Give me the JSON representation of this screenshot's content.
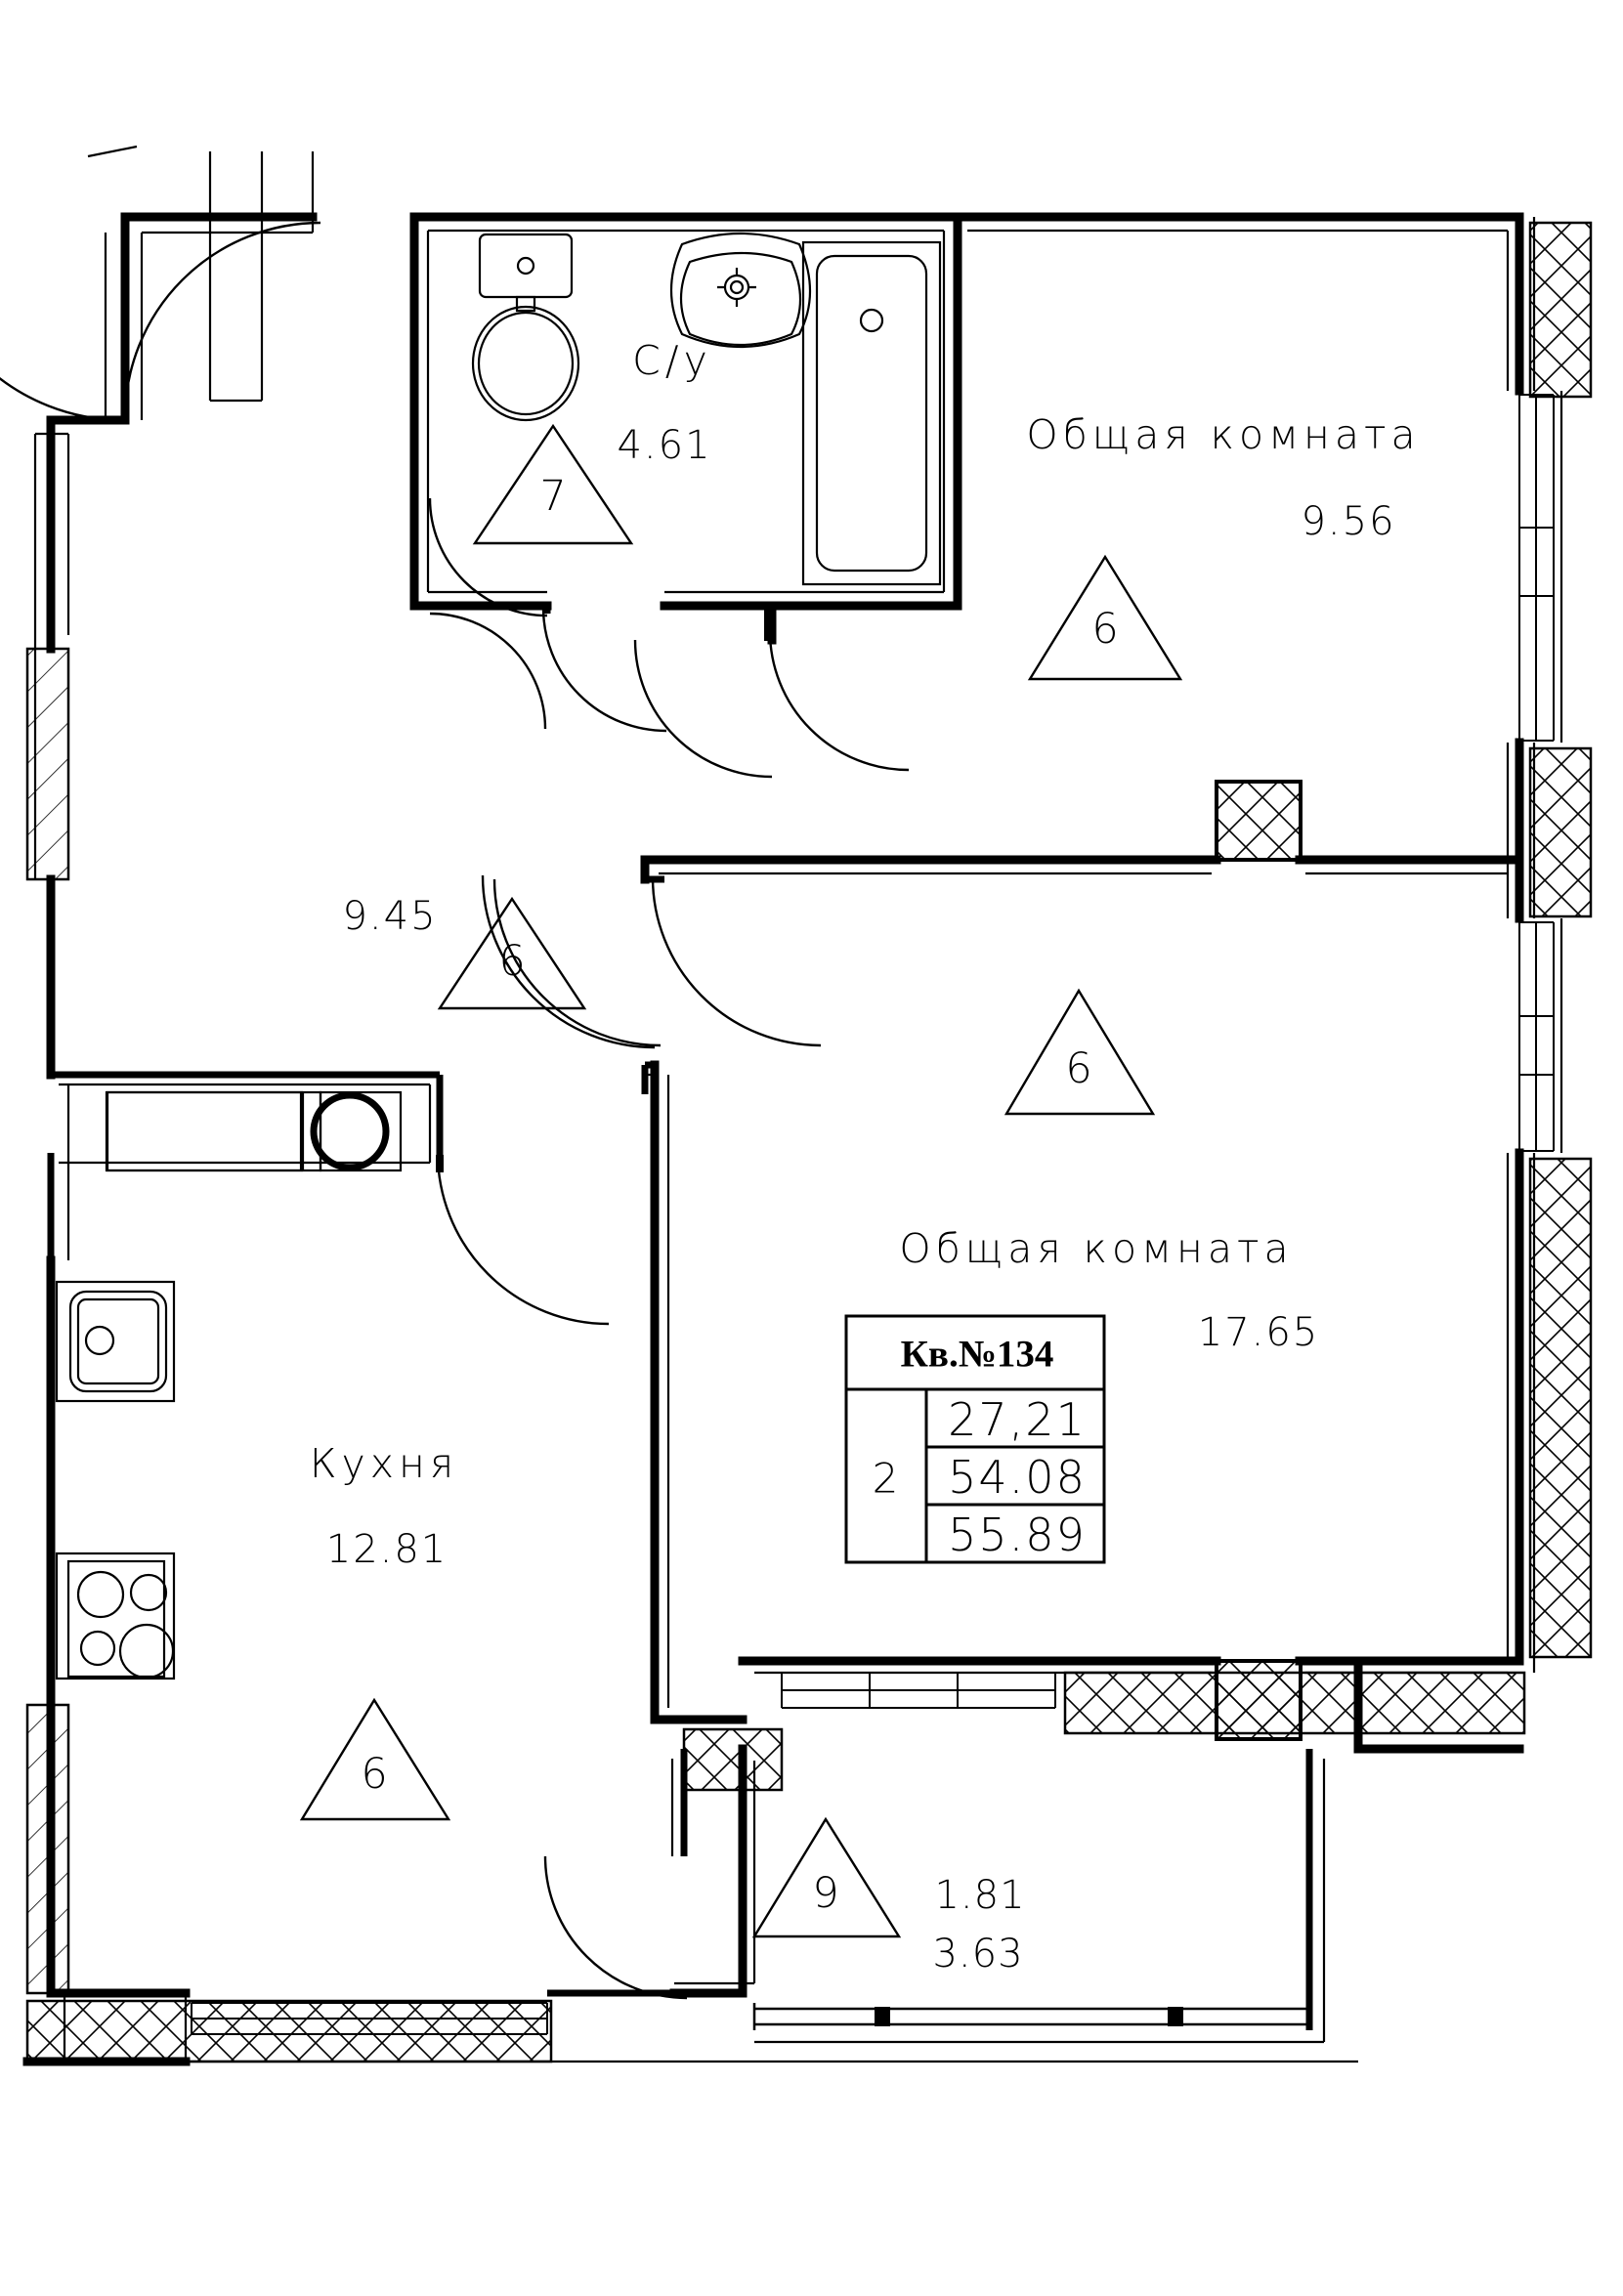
{
  "drawing": {
    "type": "architectural-floor-plan",
    "language": "ru",
    "stroke_color": "#000000",
    "background_color": "#ffffff"
  },
  "apartment_table": {
    "title": "Кв.№134",
    "rooms_count": "2",
    "living_area": "27,21",
    "area_without_balcony": "54.08",
    "total_area": "55.89"
  },
  "rooms": [
    {
      "id": "bathroom",
      "name": "С/у",
      "area": "4.61",
      "category": "7"
    },
    {
      "id": "living-room-top",
      "name": "Общая комната",
      "area": "9.56",
      "category": "6"
    },
    {
      "id": "hall",
      "name": "",
      "area": "9.45",
      "category": "6"
    },
    {
      "id": "living-room-main",
      "name": "Общая комната",
      "area": "17.65",
      "category": "6"
    },
    {
      "id": "kitchen",
      "name": "Кухня",
      "area": "12.81",
      "category": "6"
    },
    {
      "id": "balcony",
      "name": "",
      "area_reduced": "1.81",
      "area_full": "3.63",
      "category": "9"
    }
  ],
  "fixtures": [
    {
      "id": "toilet",
      "label": "toilet-icon"
    },
    {
      "id": "washbasin",
      "label": "washbasin-icon"
    },
    {
      "id": "bathtub",
      "label": "bathtub-icon"
    },
    {
      "id": "kitchen-sink",
      "label": "kitchen-sink-icon"
    },
    {
      "id": "stove",
      "label": "stove-icon"
    },
    {
      "id": "wardrobe",
      "label": "wardrobe-icon"
    },
    {
      "id": "boiler",
      "label": "boiler-icon"
    }
  ],
  "labels": {
    "bathroom_name": "С/у",
    "bathroom_area": "4.61",
    "bathroom_cat": "7",
    "living_top_name": "Общая комната",
    "living_top_area": "9.56",
    "living_top_cat": "6",
    "hall_area": "9.45",
    "hall_cat": "6",
    "living_main_cat": "6",
    "living_main_name": "Общая комната",
    "living_main_area": "17.65",
    "kitchen_name": "Кухня",
    "kitchen_area": "12.81",
    "kitchen_cat": "6",
    "balcony_cat": "9",
    "balcony_area_reduced": "1.81",
    "balcony_area_full": "3.63"
  }
}
